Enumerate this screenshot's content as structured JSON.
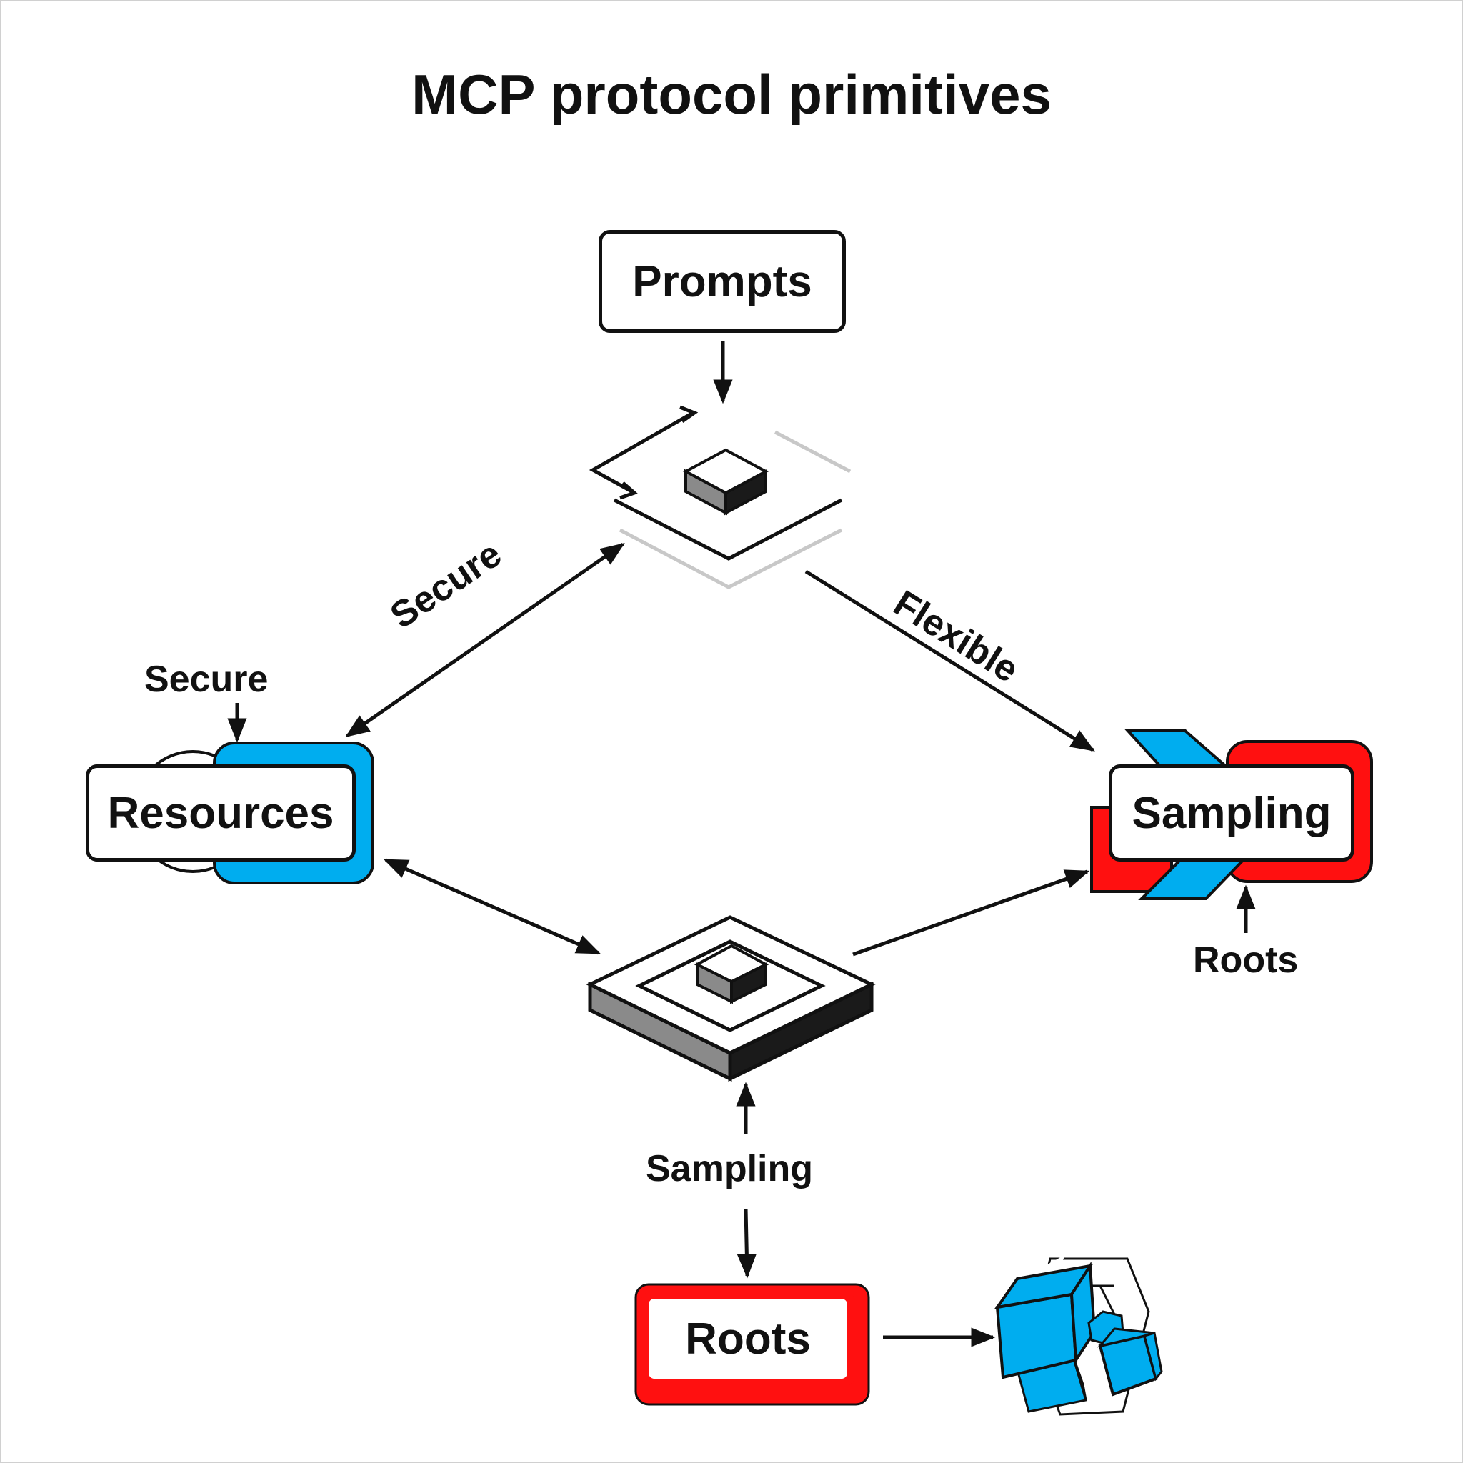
{
  "title": "MCP protocol primitives",
  "nodes": {
    "prompts": "Prompts",
    "resources": "Resources",
    "sampling": "Sampling",
    "roots": "Roots"
  },
  "edge_labels": {
    "secure_diagonal": "Secure",
    "secure_resources": "Secure",
    "flexible": "Flexible",
    "sampling_bottom": "Sampling",
    "roots_right": "Roots"
  },
  "colors": {
    "accent_blue": "#00adef",
    "accent_red": "#ff1010",
    "ink": "#111111",
    "mid_gray": "#888888",
    "light_gray": "#c8c8c8"
  }
}
